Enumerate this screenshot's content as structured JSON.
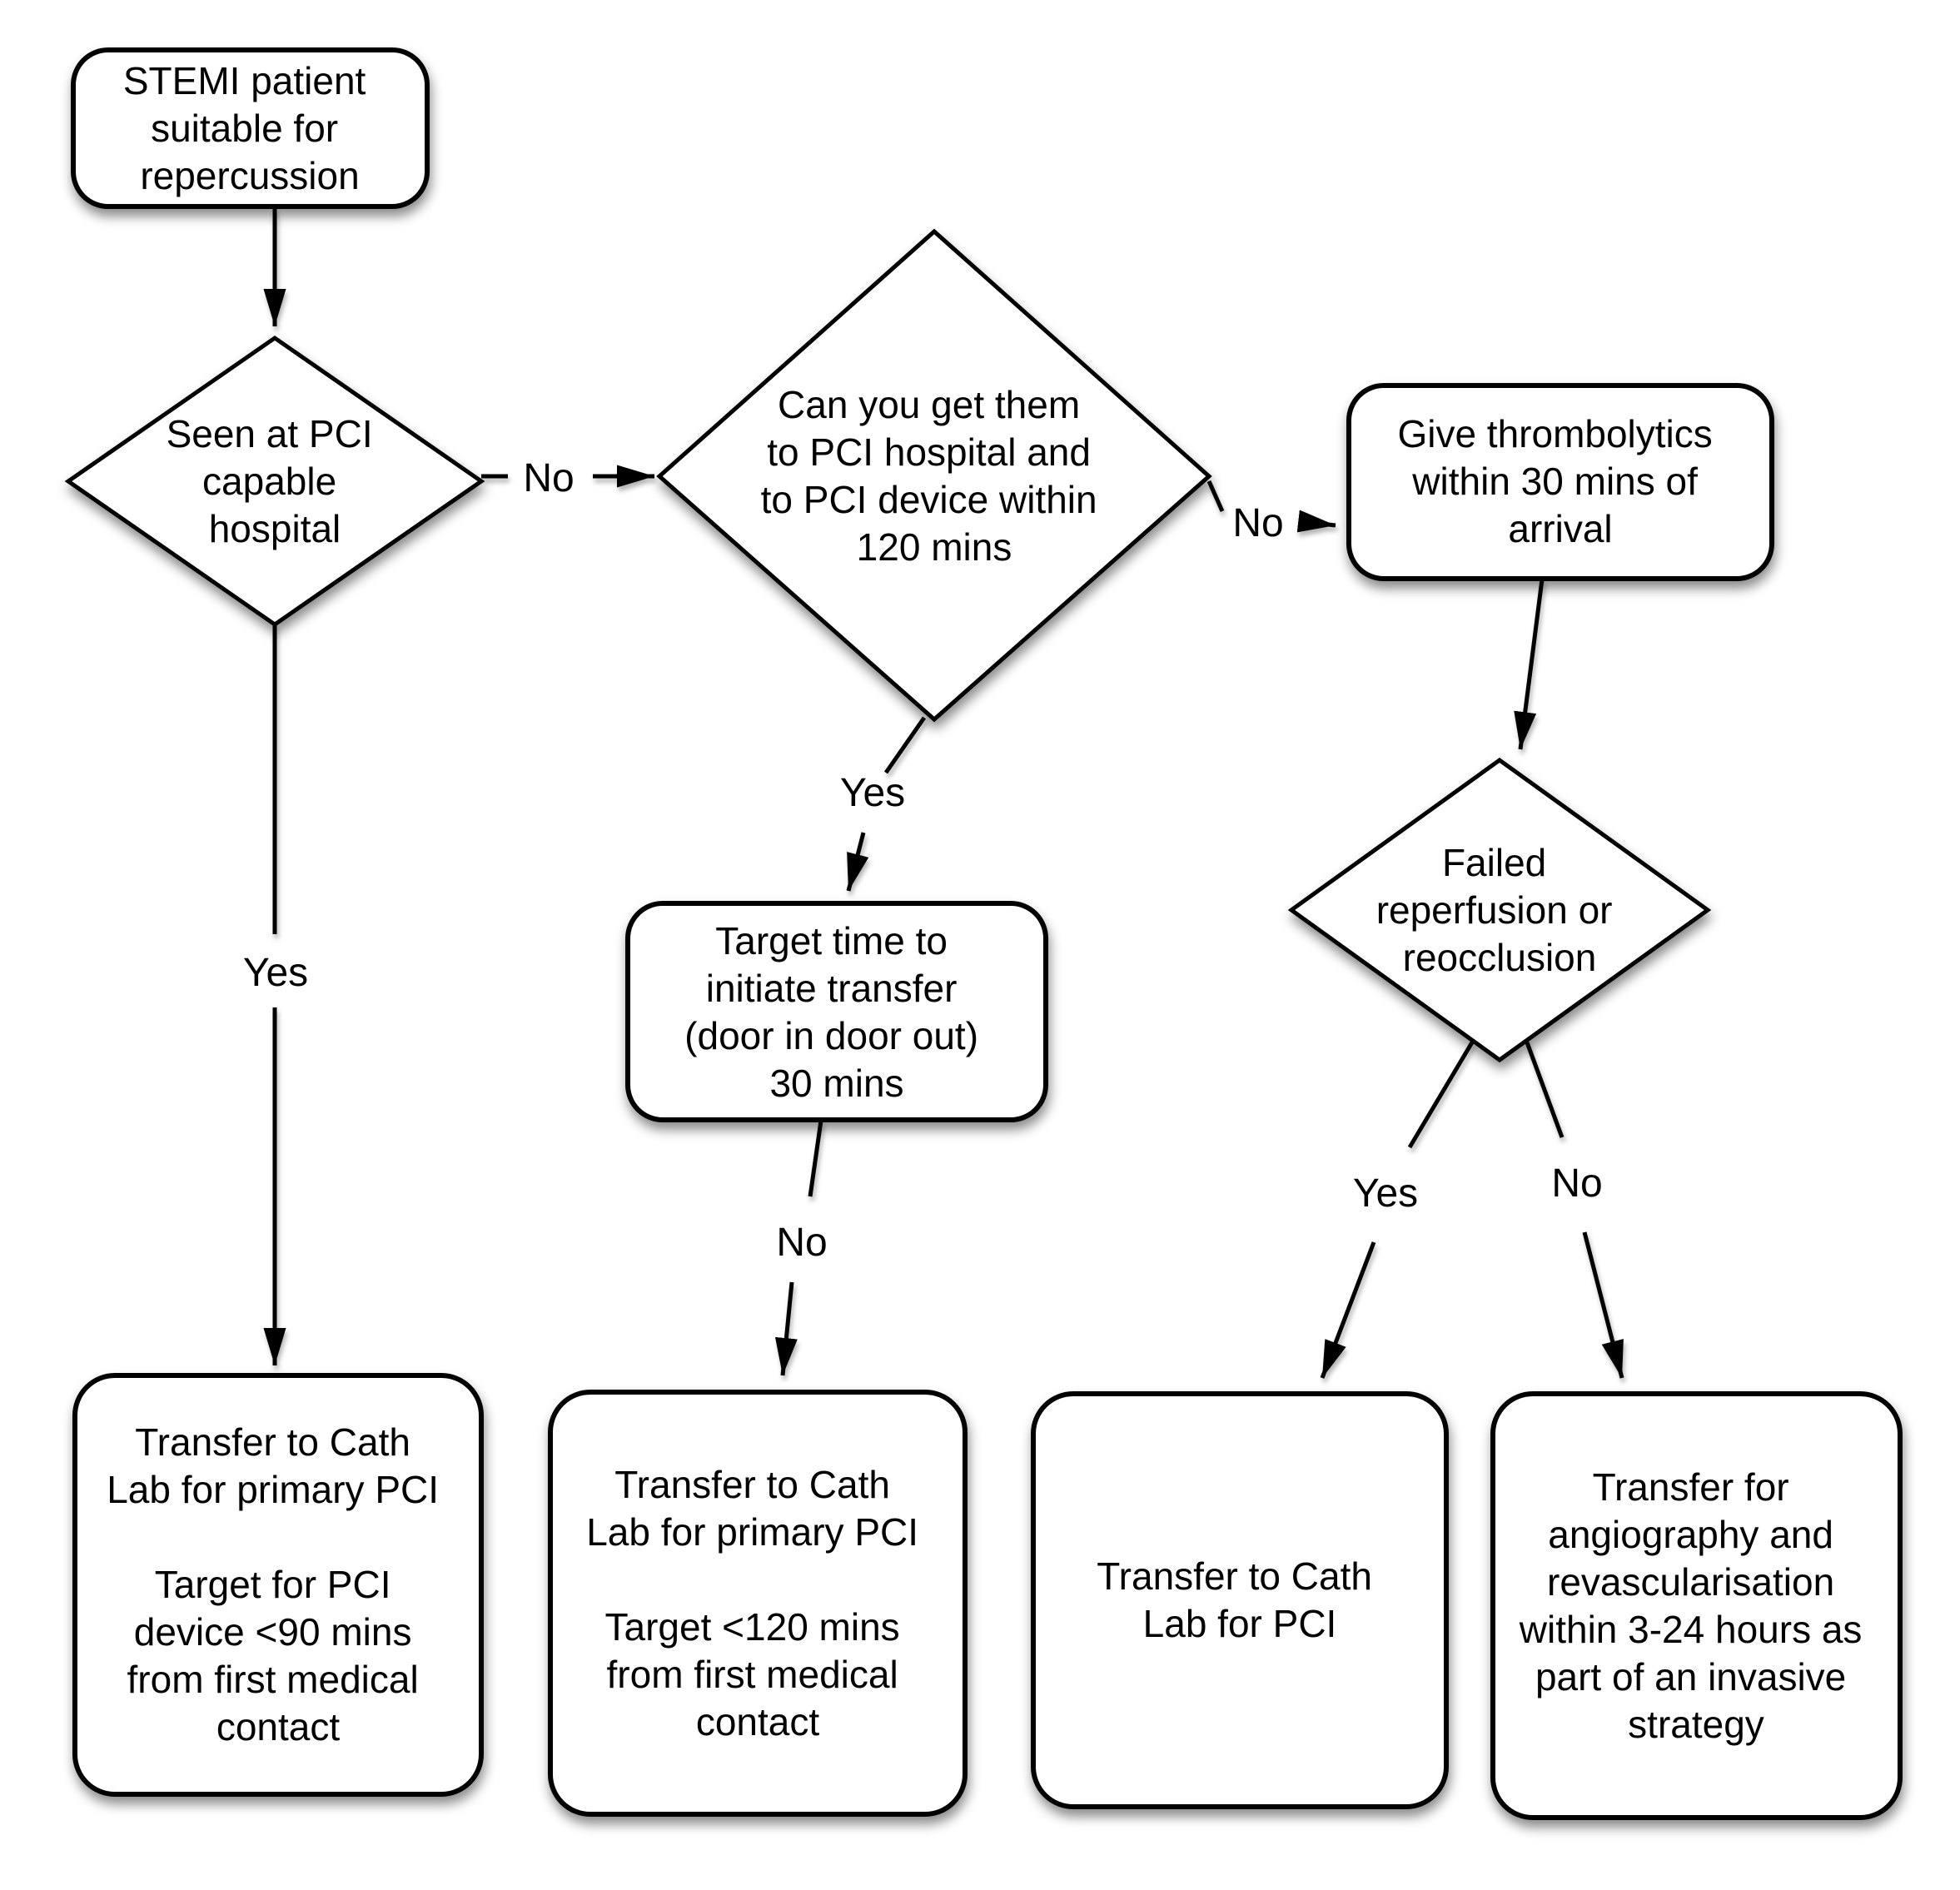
{
  "nodes": {
    "start": {
      "lines": [
        "STEMI patient",
        "suitable for",
        "repercussion"
      ]
    },
    "seen_at_pci": {
      "lines": [
        "Seen at PCI",
        "capable",
        "hospital"
      ]
    },
    "can_you_get": {
      "lines": [
        "Can you get them",
        "to PCI hospital and",
        "to PCI device within",
        "120 mins"
      ]
    },
    "thrombolytics": {
      "lines": [
        "Give thrombolytics",
        "within 30 mins of",
        "arrival"
      ]
    },
    "target_time": {
      "lines": [
        "Target time to",
        "initiate transfer",
        "(door in door out)",
        "30 mins"
      ]
    },
    "failed_reperfusion": {
      "lines": [
        "Failed",
        "reperfusion or",
        "reocclusion"
      ]
    },
    "transfer_cath_90": {
      "lines": [
        "Transfer to Cath",
        "Lab for primary PCI",
        "",
        "Target for PCI",
        "device <90 mins",
        "from first medical",
        "contact"
      ]
    },
    "transfer_cath_120": {
      "lines": [
        "Transfer to Cath",
        "Lab for primary PCI",
        "",
        "Target <120 mins",
        "from first medical",
        "contact"
      ]
    },
    "transfer_cath_pci": {
      "lines": [
        "Transfer to Cath",
        "Lab for PCI"
      ]
    },
    "angiography": {
      "lines": [
        "Transfer for",
        "angiography and",
        "revascularisation",
        "within 3-24 hours as",
        "part of an invasive",
        "strategy"
      ]
    }
  },
  "edge_labels": {
    "no_to_can_you_get": "No",
    "no_to_thrombolytics": "No",
    "yes_to_target_time": "Yes",
    "yes_to_transfer_90": "Yes",
    "no_to_transfer_120": "No",
    "yes_to_cath_pci": "Yes",
    "no_to_angiography": "No"
  },
  "colors": {
    "node_fill": "#ffffff",
    "stroke": "#000000",
    "background": "#ffffff"
  }
}
